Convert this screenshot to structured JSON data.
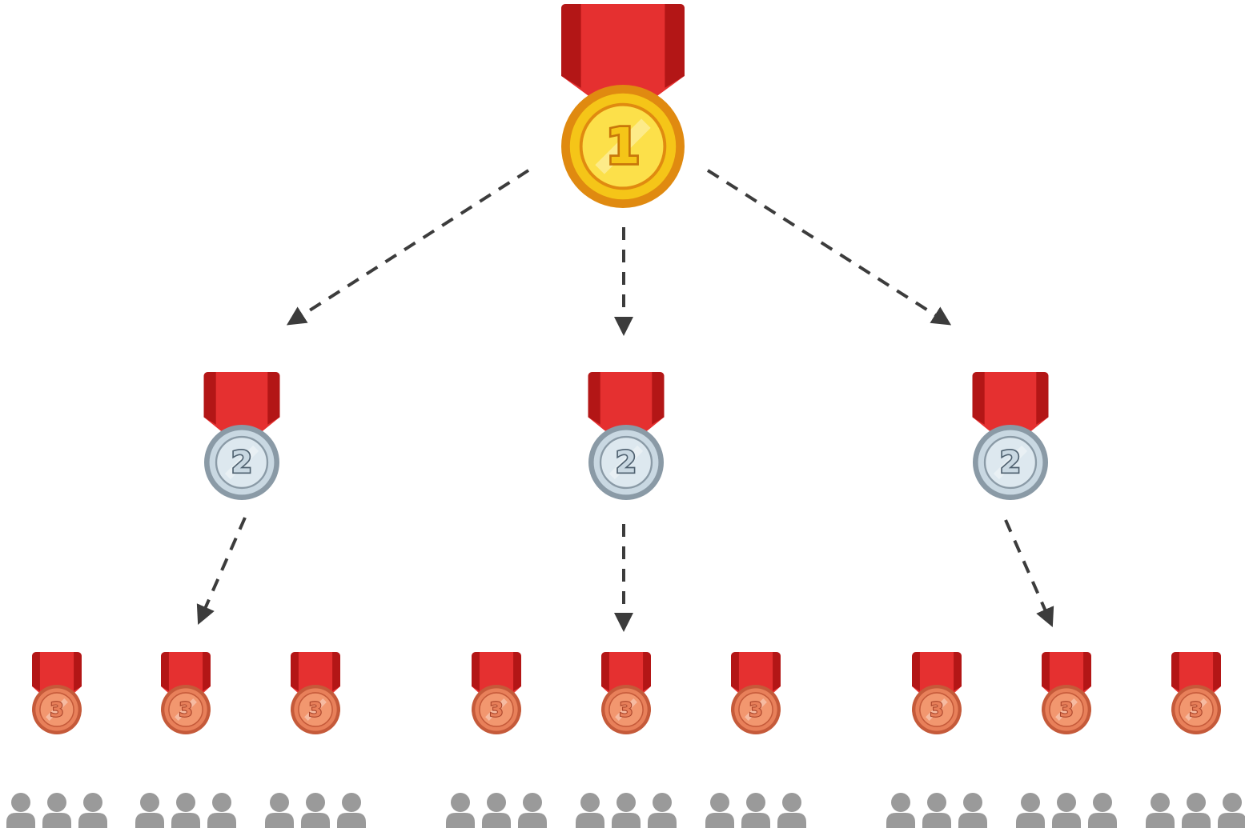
{
  "diagram": {
    "type": "medal-hierarchy-tree",
    "levels": [
      {
        "rank": "1",
        "medal": "gold-medal-icon",
        "count": 1
      },
      {
        "rank": "2",
        "medal": "silver-medal-icon",
        "count": 3
      },
      {
        "rank": "3",
        "medal": "bronze-medal-icon",
        "count": 9
      }
    ],
    "people_per_bronze": 3,
    "colors": {
      "ribbon": "#e53030",
      "ribbon_dark": "#b31616",
      "gold": "#f5c518",
      "gold_rim": "#e08a10",
      "silver": "#c9d8e2",
      "silver_rim": "#8a9aa6",
      "bronze": "#e8805a",
      "bronze_rim": "#c55a3a",
      "arrow": "#3c3c3c",
      "person": "#9a9a9a"
    }
  }
}
